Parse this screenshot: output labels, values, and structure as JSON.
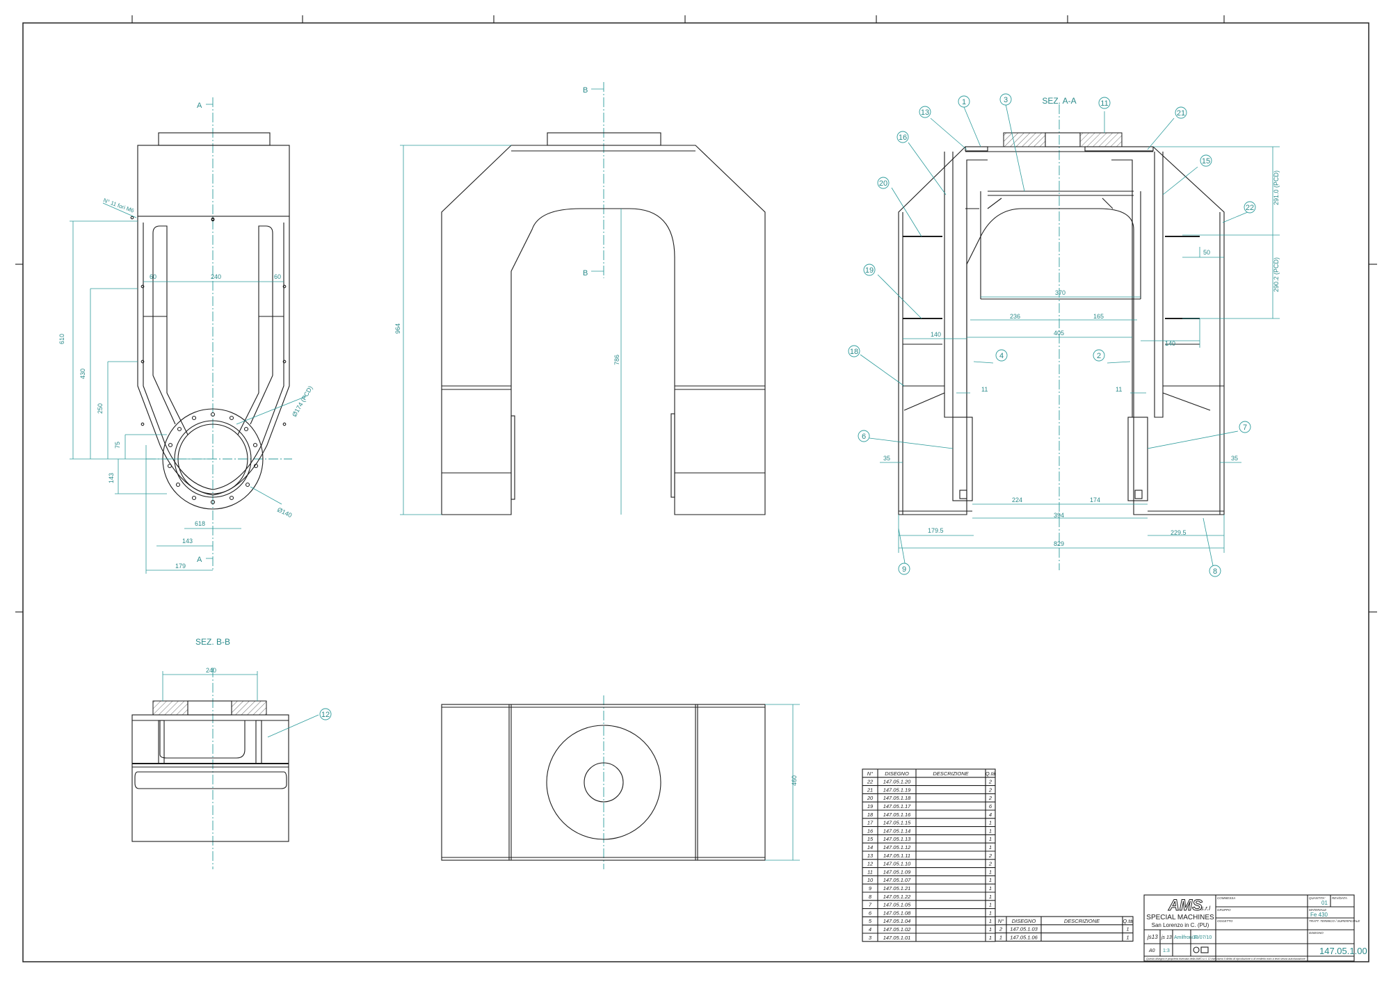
{
  "views": {
    "top_left": {
      "section_label_top": "A",
      "section_label_bottom": "A",
      "hole_note": "N° 11 fori M6"
    },
    "front": {
      "section_label_top": "B",
      "section_label_bottom": "B"
    },
    "section_aa": {
      "title": "SEZ. A-A"
    },
    "section_bb": {
      "title": "SEZ. B-B"
    }
  },
  "dims_left": [
    "610",
    "430",
    "250",
    "75",
    "143",
    "60",
    "240",
    "60",
    "618",
    "143",
    "179",
    "Ø174 (PCD)",
    "Ø140"
  ],
  "dims_front": [
    "964",
    "786"
  ],
  "dims_section": [
    "370",
    "236",
    "165",
    "405",
    "140",
    "140",
    "11",
    "11",
    "35",
    "35",
    "224",
    "174",
    "394",
    "179.5",
    "229.5",
    "829",
    "50",
    "291.0 (PCD)",
    "290.2 (PCD)"
  ],
  "dims_bottom": [
    "240",
    "460"
  ],
  "balloons_section": [
    "1",
    "3",
    "11",
    "13",
    "21",
    "16",
    "15",
    "20",
    "22",
    "19",
    "18",
    "4",
    "2",
    "6",
    "7",
    "9",
    "8"
  ],
  "balloons_bottom": [
    "12"
  ],
  "bom_main": {
    "headers": [
      "N°",
      "DISEGNO",
      "DESCRIZIONE",
      "Q.tà"
    ],
    "rows": [
      [
        "22",
        "147.05.1.20",
        "",
        "2"
      ],
      [
        "21",
        "147.05.1.19",
        "",
        "2"
      ],
      [
        "20",
        "147.05.1.18",
        "",
        "2"
      ],
      [
        "19",
        "147.05.1.17",
        "",
        "6"
      ],
      [
        "18",
        "147.05.1.16",
        "",
        "4"
      ],
      [
        "17",
        "147.05.1.15",
        "",
        "1"
      ],
      [
        "16",
        "147.05.1.14",
        "",
        "1"
      ],
      [
        "15",
        "147.05.1.13",
        "",
        "1"
      ],
      [
        "14",
        "147.05.1.12",
        "",
        "1"
      ],
      [
        "13",
        "147.05.1.11",
        "",
        "2"
      ],
      [
        "12",
        "147.05.1.10",
        "",
        "2"
      ],
      [
        "11",
        "147.05.1.09",
        "",
        "1"
      ],
      [
        "10",
        "147.05.1.07",
        "",
        "1"
      ],
      [
        "9",
        "147.05.1.21",
        "",
        "1"
      ],
      [
        "8",
        "147.05.1.22",
        "",
        "1"
      ],
      [
        "7",
        "147.05.1.05",
        "",
        "1"
      ],
      [
        "6",
        "147.05.1.08",
        "",
        "1"
      ],
      [
        "5",
        "147.05.1.04",
        "",
        "1"
      ],
      [
        "4",
        "147.05.1.02",
        "",
        "1"
      ],
      [
        "3",
        "147.05.1.01",
        "",
        "1"
      ]
    ]
  },
  "bom_small": {
    "headers": [
      "N°",
      "DISEGNO",
      "DESCRIZIONE",
      "Q.tà"
    ],
    "rows": [
      [
        "2",
        "147.05.1.03",
        "",
        "1"
      ],
      [
        "1",
        "147.05.1.06",
        "",
        "1"
      ]
    ]
  },
  "title_block": {
    "company_logo": "AMS",
    "company_suffix": "s.r.l",
    "company_line": "SPECIAL MACHINES",
    "company_city": "San Lorenzo in C. (PU)",
    "label_commessa": "COMMESSA",
    "label_gruppo": "GRUPPO",
    "label_oggetto": "OGGETTO",
    "label_quantita": "QUANTITA'",
    "value_quantita": "01",
    "label_materiale": "MATERIALE",
    "value_materiale": "Fe 430",
    "label_trattamento": "TRATT. TERMICO / SUPERFICIALE",
    "label_disegno": "DISEGNO",
    "value_disegno": "147.05.1.00",
    "label_rev": "REV/DATA",
    "tolerance_1": "js13",
    "tolerance_2": "js 13",
    "designer": "Amilfroni F.",
    "date": "13/07/10",
    "format": "A0",
    "scale": "1:3",
    "footer_note": "Questo disegno è proprietà riservata della AMS s.r.l. Ci riserviamo il diritto di riproduzione o di renderlo noto a terzi senza autorizzazione"
  }
}
